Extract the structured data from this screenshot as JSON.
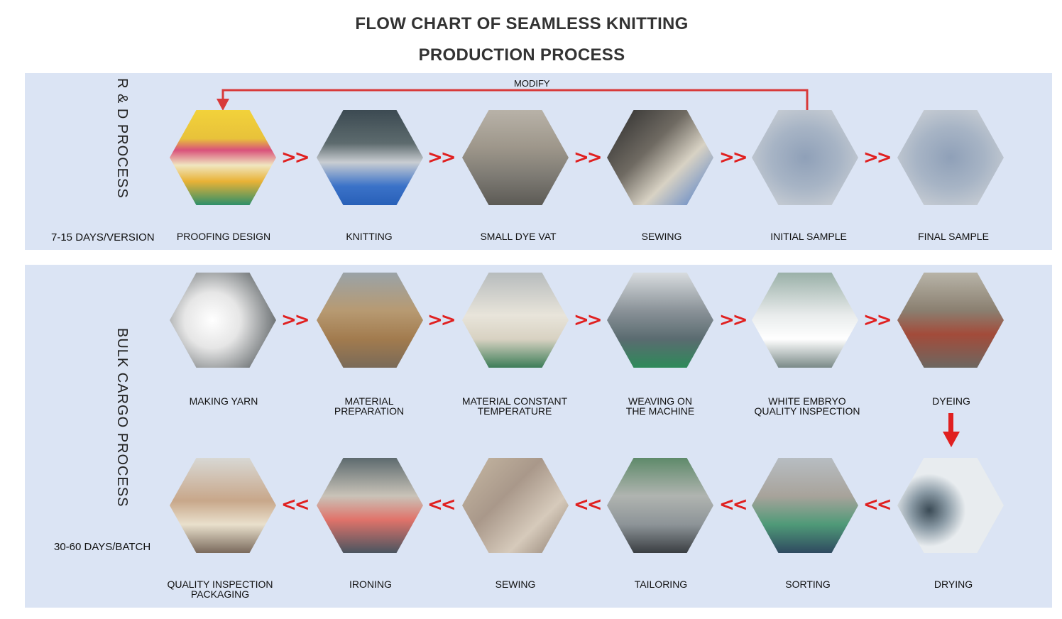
{
  "title": {
    "line1": "FLOW CHART OF SEAMLESS KNITTING",
    "line2": "PRODUCTION PROCESS"
  },
  "rd": {
    "section_label": "R & D PROCESS",
    "duration": "7-15 DAYS/VERSION",
    "feedback_label": "MODIFY",
    "steps": [
      {
        "label": "PROOFING DESIGN",
        "image": "design-swatch-image"
      },
      {
        "label": "KNITTING",
        "image": "knitting-workshop-image"
      },
      {
        "label": "SMALL DYE VAT",
        "image": "dye-vat-image"
      },
      {
        "label": "SEWING",
        "image": "sewing-machine-image"
      },
      {
        "label": "INITIAL SAMPLE",
        "image": "sample-garment-image"
      },
      {
        "label": "FINAL SAMPLE",
        "image": "final-garment-image"
      }
    ]
  },
  "bulk": {
    "section_label": "BULK CARGO PROCESS",
    "duration": "30-60 DAYS/BATCH",
    "row1": [
      {
        "label": "MAKING YARN",
        "image": "yarn-spools-image"
      },
      {
        "label": "MATERIAL\nPREPARATION",
        "image": "warehouse-boxes-image"
      },
      {
        "label": "MATERIAL CONSTANT\nTEMPERATURE",
        "image": "yarn-rack-image"
      },
      {
        "label": "WEAVING ON\nTHE MACHINE",
        "image": "knitting-machines-image"
      },
      {
        "label": "WHITE EMBRYO\nQUALITY INSPECTION",
        "image": "inspection-table-image"
      },
      {
        "label": "DYEING",
        "image": "dyeing-machines-image"
      }
    ],
    "row2": [
      {
        "label": "QUALITY INSPECTION\nPACKAGING",
        "image": "packaging-table-image"
      },
      {
        "label": "IRONING",
        "image": "ironing-workers-image"
      },
      {
        "label": "SEWING",
        "image": "sewing-closeup-image"
      },
      {
        "label": "TAILORING",
        "image": "cutting-fabric-image"
      },
      {
        "label": "SORTING",
        "image": "sorting-worker-image"
      },
      {
        "label": "DRYING",
        "image": "industrial-dryer-image"
      }
    ]
  },
  "arrows": {
    "forward": ">>",
    "backward": "<<"
  },
  "colors": {
    "panel_bg": "#dbe4f4",
    "arrow_red": "#e02020",
    "modify_line": "#d83a3a"
  }
}
